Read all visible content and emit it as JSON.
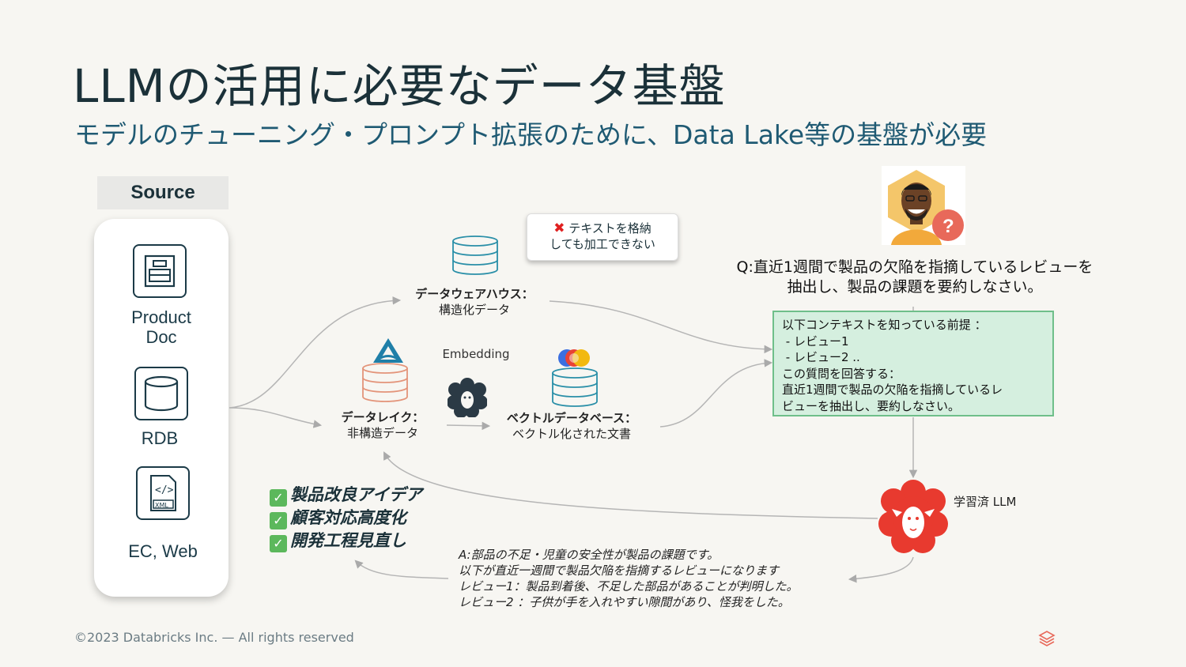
{
  "slide": {
    "title": "LLMの活用に必要なデータ基盤",
    "subtitle": "モデルのチューニング・プロンプト拡張のために、Data Lake等の基盤が必要"
  },
  "source": {
    "header": "Source",
    "items": [
      {
        "label_line1": "Product",
        "label_line2": "Doc",
        "icon": "document-icon"
      },
      {
        "label": "RDB",
        "icon": "database-icon"
      },
      {
        "label": "EC, Web",
        "icon": "xml-file-icon"
      }
    ]
  },
  "nodes": {
    "warehouse": {
      "title": "データウェアハウス：",
      "sub": "構造化データ"
    },
    "lake": {
      "title": "データレイク：",
      "sub": "非構造データ"
    },
    "vector": {
      "title": "ベクトルデータベース：",
      "sub": "ベクトル化された文書"
    },
    "embedding": "Embedding",
    "warning_line1": "テキストを格納",
    "warning_line2": "しても加工できない",
    "llm_label": "学習済 LLM"
  },
  "question": {
    "line1": "Q:直近1週間で製品の欠陥を指摘しているレビューを",
    "line2": "抽出し、製品の課題を要約しなさい。"
  },
  "context": {
    "lines": [
      "以下コンテキストを知っている前提 ：",
      " - レビュー1",
      " - レビュー2 ..",
      "この質問を回答する：",
      "直近1週間で製品の欠陥を指摘しているレ",
      "ビューを抽出し、要約しなさい。"
    ]
  },
  "benefits": [
    "製品改良アイデア",
    "顧客対応高度化",
    "開発工程見直し"
  ],
  "answer": {
    "lines": [
      "A:部品の不足・児童の安全性が製品の課題です。",
      "以下が直近一週間で製品欠陥を指摘するレビューになります",
      "レビュー1：製品到着後、不足した部品があることが判明した。",
      "レビュー2 ：子供が手を入れやすい隙間があり、怪我をした。"
    ]
  },
  "footer": "©2023 Databricks Inc. — All rights reserved",
  "colors": {
    "dark": "#1b3139",
    "accent_blue": "#1f5a73",
    "context_bg": "#d5efdf",
    "context_border": "#6fbf8a",
    "llm_red": "#e83a2f",
    "check_green": "#5cb85c",
    "warehouse_db": "#2a8fa8",
    "lake_db": "#e3947a"
  },
  "icons": [
    "document-icon",
    "database-icon",
    "xml-file-icon",
    "delta-lake-icon",
    "dolly-sheep-icon",
    "user-avatar-icon",
    "question-badge-icon",
    "llm-sheep-icon",
    "cross-icon",
    "databricks-logo-icon",
    "check-icon"
  ]
}
